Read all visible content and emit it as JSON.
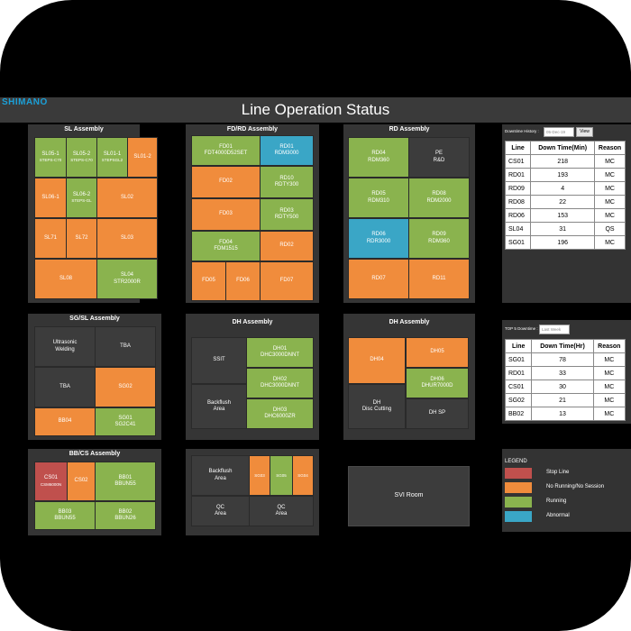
{
  "header": {
    "logo": "SHIMANO",
    "title": "Line Operation Status"
  },
  "sections": {
    "sl": {
      "title": "SL Assembly"
    },
    "fdrd": {
      "title": "FD/RD Assembly"
    },
    "rd": {
      "title": "RD Assembly"
    },
    "sgsl": {
      "title": "SG/SL Assembly"
    },
    "dh1": {
      "title": "DH Assembly"
    },
    "dh2": {
      "title": "DH Assembly"
    },
    "bbcs": {
      "title": "BB/CS Assembly"
    }
  },
  "cells": {
    "sl05_1": [
      "SL05-1",
      "STEPS-C70"
    ],
    "sl05_2": [
      "SL05-2",
      "STEPS-C70"
    ],
    "sl01_1": [
      "SL01-1",
      "STEPSGL2"
    ],
    "sl01_2": [
      "SL01-2"
    ],
    "sl06_1": [
      "SL06-1"
    ],
    "sl06_2": [
      "SL06-2",
      "STEPS-GL"
    ],
    "sl02": [
      "SL02"
    ],
    "sl71": [
      "SL71"
    ],
    "sl72": [
      "SL72"
    ],
    "sl03": [
      "SL03"
    ],
    "sl08": [
      "SL08"
    ],
    "sl04": [
      "SL04",
      "STR2000R"
    ],
    "fd01": [
      "FD01",
      "FDT4000D52SET"
    ],
    "rd01": [
      "RD01",
      "RDM3000"
    ],
    "fd02": [
      "FD02"
    ],
    "rd10": [
      "RD10",
      "RDTY300"
    ],
    "fd03": [
      "FD03"
    ],
    "rd03": [
      "RD03",
      "RDTY500"
    ],
    "fd04": [
      "FD04",
      "FDM1515"
    ],
    "rd02": [
      "RD02"
    ],
    "fd05": [
      "FD05"
    ],
    "fd06": [
      "FD06"
    ],
    "fd07": [
      "FD07"
    ],
    "rd04": [
      "RD04",
      "RDM360"
    ],
    "pe": [
      "PE",
      "R&D"
    ],
    "rd05": [
      "RD05",
      "RDM310"
    ],
    "rd08": [
      "RD08",
      "RDM2000"
    ],
    "rd06": [
      "RD06",
      "RDR3000"
    ],
    "rd09": [
      "RD09",
      "RDM360"
    ],
    "rd07": [
      "RD07"
    ],
    "rd11": [
      "RD11"
    ],
    "ultrasonic": [
      "Ultrasonic",
      "Welding"
    ],
    "tba1": [
      "TBA"
    ],
    "tba2": [
      "TBA"
    ],
    "sg02": [
      "SG02"
    ],
    "bb04": [
      "BB04"
    ],
    "sg01": [
      "SG01",
      "SG2C41"
    ],
    "ssit": [
      "SSIT"
    ],
    "dh01": [
      "DH01",
      "DHC3000DNNT"
    ],
    "backflush1": [
      "Backflush",
      "Area"
    ],
    "dh02": [
      "DH02",
      "DHC3000DNNT"
    ],
    "dh03": [
      "DH03",
      "DHC6000ZR"
    ],
    "dh04": [
      "DH04"
    ],
    "dh05": [
      "DH05"
    ],
    "dh06": [
      "DH06",
      "DHUR7000D"
    ],
    "dhdisc": [
      "DH",
      "Disc Cutting"
    ],
    "dhsp": [
      "DH SP"
    ],
    "cs01": [
      "CS01",
      "CSM6000N"
    ],
    "cs02": [
      "CS02"
    ],
    "bb01": [
      "BB01",
      "BBUN55"
    ],
    "bb03": [
      "BB03",
      "BBUN55"
    ],
    "bb02": [
      "BB02",
      "BBUN26"
    ],
    "backflush2": [
      "Backflush",
      "Area"
    ],
    "sg03": [
      "SG03"
    ],
    "sg04": [
      "SG04"
    ],
    "sg05": [
      "SG05"
    ],
    "qc1": [
      "QC",
      "Area"
    ],
    "qc2": [
      "QC",
      "Area"
    ],
    "sviroom": [
      "SVI Room"
    ]
  },
  "downtime_history": {
    "label": "Downtime History :",
    "date_value": "05-Dec-19",
    "view_label": "View",
    "headers": [
      "Line",
      "Down Time(Min)",
      "Reason"
    ],
    "rows": [
      [
        "CS01",
        "218",
        "MC"
      ],
      [
        "RD01",
        "193",
        "MC"
      ],
      [
        "RD09",
        "4",
        "MC"
      ],
      [
        "RD08",
        "22",
        "MC"
      ],
      [
        "RD06",
        "153",
        "MC"
      ],
      [
        "SL04",
        "31",
        "QS"
      ],
      [
        "SG01",
        "196",
        "MC"
      ]
    ]
  },
  "top5": {
    "label": "TOP 5 Downtime :",
    "select_value": "Last Week",
    "headers": [
      "Line",
      "Down Time(Hr)",
      "Reason"
    ],
    "rows": [
      [
        "SG01",
        "78",
        "MC"
      ],
      [
        "RD01",
        "33",
        "MC"
      ],
      [
        "CS01",
        "30",
        "MC"
      ],
      [
        "SG02",
        "21",
        "MC"
      ],
      [
        "BB02",
        "13",
        "MC"
      ]
    ]
  },
  "legend": {
    "title": "LEGEND",
    "items": [
      {
        "label": "Stop Line",
        "color": "#c0504d"
      },
      {
        "label": "No Running/No Session",
        "color": "#f08c3c"
      },
      {
        "label": "Running",
        "color": "#8ab34e"
      },
      {
        "label": "Abnormal",
        "color": "#3aa6c6"
      }
    ]
  },
  "colors": {
    "running": "#8ab34e",
    "no_running": "#f08c3c",
    "abnormal": "#3aa6c6",
    "stop": "#c0504d",
    "idle": "#3c3c3c"
  }
}
